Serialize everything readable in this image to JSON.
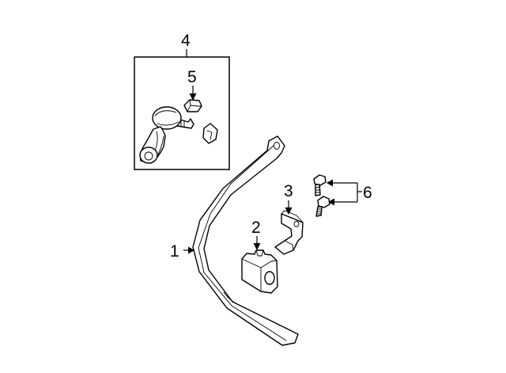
{
  "callouts": {
    "stabilizer_bar": "1",
    "bushing": "2",
    "bracket": "3",
    "link_assembly": "4",
    "nut": "5",
    "bolts": "6"
  },
  "colors": {
    "ink": "#000000",
    "background": "#ffffff"
  }
}
